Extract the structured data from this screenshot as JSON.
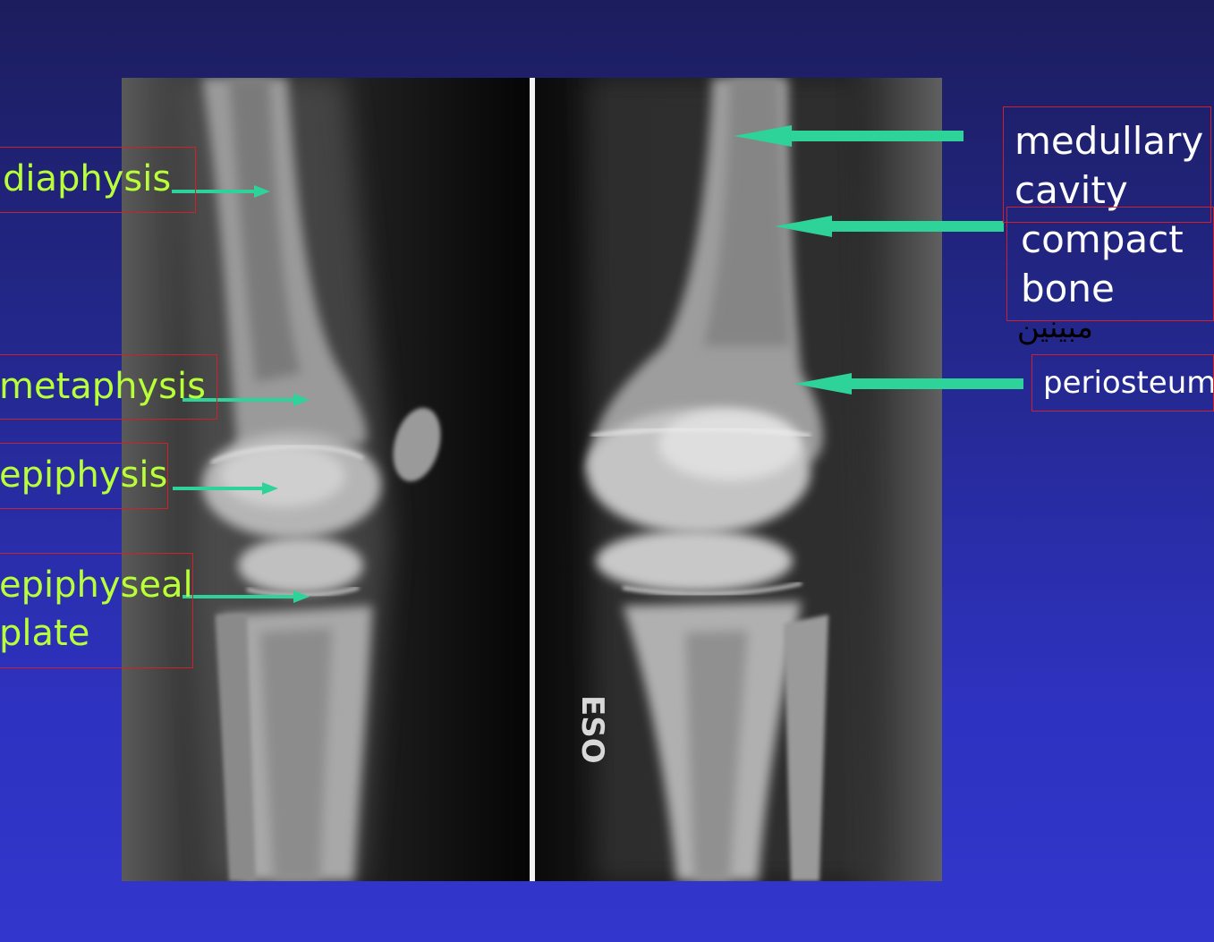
{
  "labels_left": {
    "diaphysis": "diaphysis",
    "metaphysis": "metaphysis",
    "epiphysis": "epiphysis",
    "epiphyseal_plate": [
      "epiphyseal",
      "plate"
    ]
  },
  "labels_right": {
    "medullary_cavity": [
      "medullary",
      "cavity"
    ],
    "compact_bone": [
      "compact",
      "bone"
    ],
    "compact_bone_arabic": "مبينين",
    "periosteum": "periosteum"
  },
  "film_marker": "ESO",
  "colors": {
    "left_label_text": "#b8ff3a",
    "right_label_text": "#ffffff",
    "label_border": "#d0202a",
    "arrow": "#2ed39a",
    "background": "#2e32c0"
  }
}
